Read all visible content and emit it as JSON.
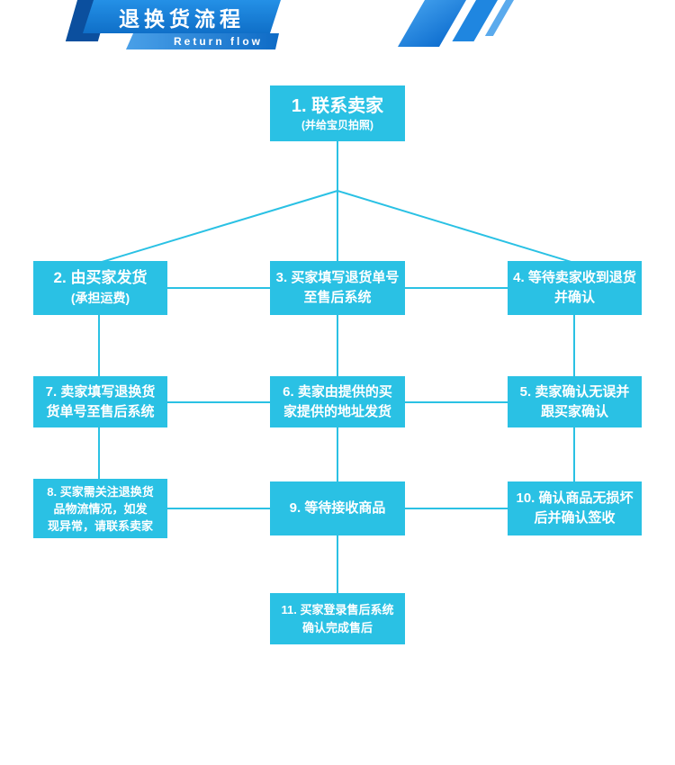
{
  "header": {
    "title": "退换货流程",
    "subtitle": "Return flow"
  },
  "colors": {
    "banner_blue": "#1583dd",
    "banner_dark": "#0b4f9e",
    "box_cyan": "#2ac1e4",
    "connector_cyan": "#2ac1e4",
    "text_white": "#ffffff"
  },
  "flow": {
    "boxes": {
      "b1": {
        "lines": [
          "1. 联系卖家",
          "(并给宝贝拍照)"
        ]
      },
      "b2": {
        "lines": [
          "2. 由买家发货",
          "(承担运费)"
        ]
      },
      "b3": {
        "lines": [
          "3. 买家填写退货单号",
          "至售后系统"
        ]
      },
      "b4": {
        "lines": [
          "4. 等待卖家收到退货",
          "并确认"
        ]
      },
      "b5": {
        "lines": [
          "5. 卖家确认无误并",
          "跟买家确认"
        ]
      },
      "b6": {
        "lines": [
          "6. 卖家由提供的买",
          "家提供的地址发货"
        ]
      },
      "b7": {
        "lines": [
          "7. 卖家填写退换货",
          "货单号至售后系统"
        ]
      },
      "b8": {
        "lines": [
          "8. 买家需关注退换货",
          "品物流情况，如发",
          "现异常，请联系卖家"
        ]
      },
      "b9": {
        "lines": [
          "9. 等待接收商品"
        ]
      },
      "b10": {
        "lines": [
          "10. 确认商品无损坏",
          "后并确认签收"
        ]
      },
      "b11": {
        "lines": [
          "11. 买家登录售后系统",
          "确认完成售后"
        ]
      }
    }
  }
}
